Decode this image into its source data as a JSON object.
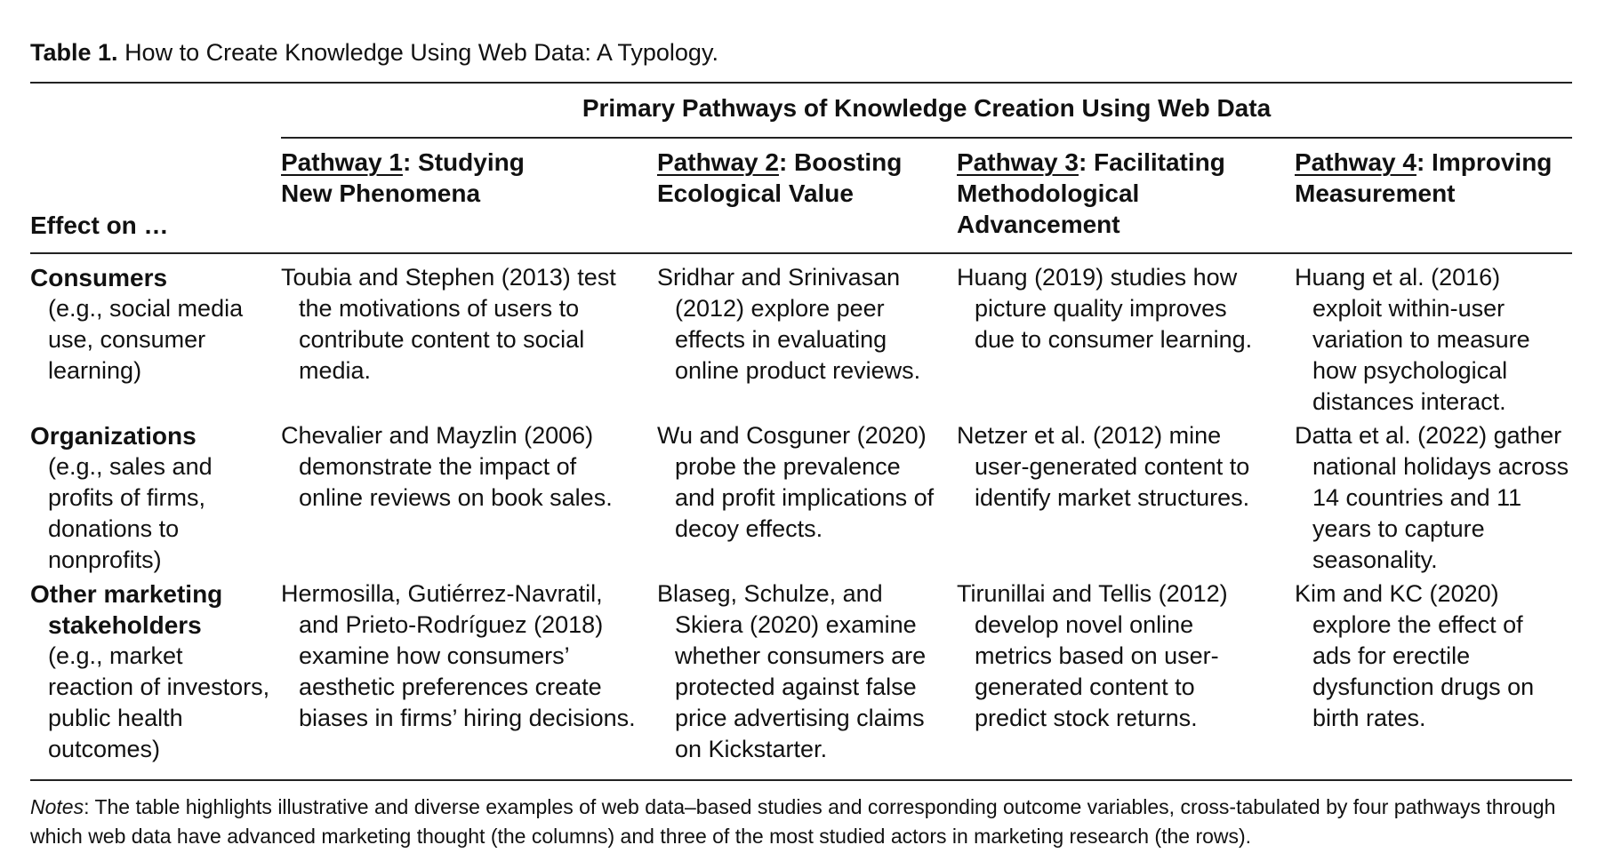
{
  "caption": {
    "label": "Table 1.",
    "title": "How to Create Knowledge Using Web Data: A Typology."
  },
  "table": {
    "spanner": "Primary Pathways of Knowledge Creation Using Web Data",
    "row_header_title": "Effect on …",
    "columns": [
      {
        "pathway": "Pathway 1",
        "rest": ": Studying New Phenomena"
      },
      {
        "pathway": "Pathway 2",
        "rest": ": Boosting Ecological Value"
      },
      {
        "pathway": "Pathway 3",
        "rest": ": Facilitating Methodological Advancement"
      },
      {
        "pathway": "Pathway 4",
        "rest": ": Improving Measurement"
      }
    ],
    "rows": [
      {
        "name": "Consumers",
        "desc": "(e.g., social media use, consumer learning)",
        "cells": [
          "Toubia and Stephen (2013) test the motivations of users to contribute content to social media.",
          "Sridhar and Srinivasan (2012) explore peer effects in evaluating online product reviews.",
          "Huang (2019) studies how picture quality improves due to consumer learning.",
          "Huang et al. (2016) exploit within-user variation to measure how psychological distances interact."
        ]
      },
      {
        "name": "Organizations",
        "desc": "(e.g., sales and profits of firms, donations to nonprofits)",
        "cells": [
          "Chevalier and Mayzlin (2006) demonstrate the impact of online reviews on book sales.",
          "Wu and Cosguner (2020) probe the prevalence and profit implications of decoy effects.",
          "Netzer et al. (2012) mine user-generated content to identify market structures.",
          "Datta et al. (2022) gather national holidays across 14 countries and 11 years to capture seasonality."
        ]
      },
      {
        "name": "Other marketing stakeholders",
        "desc": "(e.g., market reaction of investors, public health outcomes)",
        "cells": [
          "Hermosilla, Gutiérrez-Navratil, and Prieto-Rodríguez (2018) examine how consumers’ aesthetic preferences create biases in firms’ hiring decisions.",
          "Blaseg, Schulze, and Skiera (2020) examine whether consumers are protected against false price advertising claims on Kickstarter.",
          "Tirunillai and Tellis (2012) develop novel online metrics based on user-generated content to predict stock returns.",
          "Kim and KC (2020) explore the effect of ads for erectile dysfunction drugs on birth rates."
        ]
      }
    ]
  },
  "notes": {
    "label": "Notes",
    "text": ": The table highlights illustrative and diverse examples of web data–based studies and corresponding outcome variables, cross-tabulated by four pathways through which web data have advanced marketing thought (the columns) and three of the most studied actors in marketing research (the rows)."
  }
}
